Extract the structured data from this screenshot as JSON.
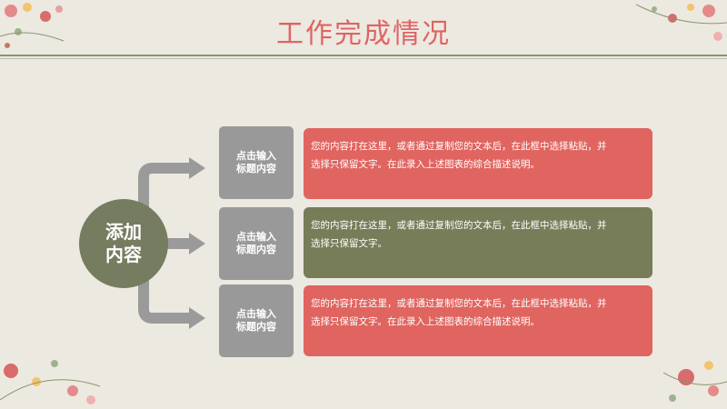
{
  "slide": {
    "title": "工作完成情况",
    "center_label_line1": "添加",
    "center_label_line2": "内容",
    "items": [
      {
        "label_line1": "点击输入",
        "label_line2": "标题内容",
        "text_line1": "您的内容打在这里，或者通过复制您的文本后，在此框中选择粘贴，并",
        "text_line2": "选择只保留文字。在此录入上述图表的综合描述说明。"
      },
      {
        "label_line1": "点击输入",
        "label_line2": "标题内容",
        "text_line1": "您的内容打在这里，或者通过复制您的文本后，在此框中选择粘贴，并",
        "text_line2": "选择只保留文字。"
      },
      {
        "label_line1": "点击输入",
        "label_line2": "标题内容",
        "text_line1": "您的内容打在这里，或者通过复制您的文本后，在此框中选择粘贴，并",
        "text_line2": "选择只保留文字。在此录入上述图表的综合描述说明。"
      }
    ],
    "colors": {
      "accent_red": "#e0645f",
      "accent_green": "#777d59",
      "circle": "#767c5f",
      "label_gray": "#999999",
      "background": "#ece9e1"
    }
  }
}
